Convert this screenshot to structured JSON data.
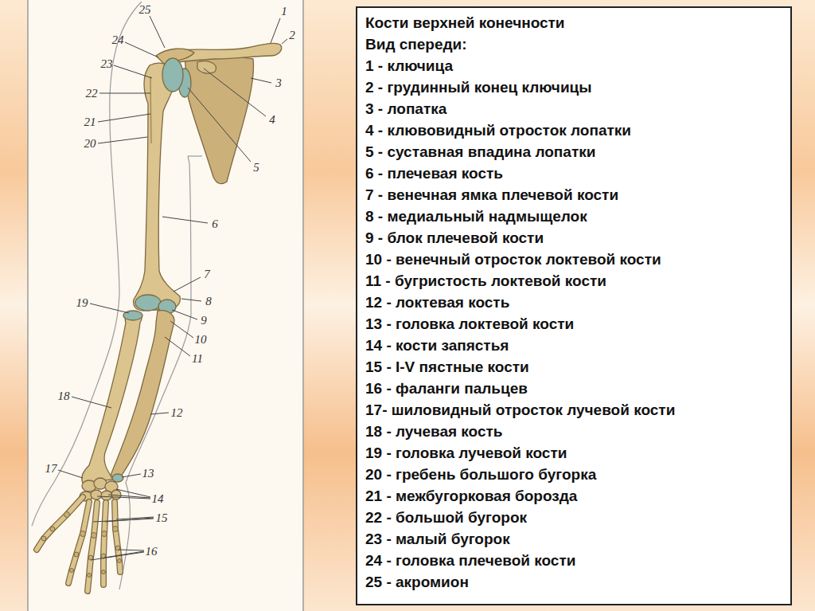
{
  "diagram": {
    "nodes": [
      {
        "text": [
          "Кости верхней конечности",
          "Вид спереди:",
          "1 - ключица",
          "2 - грудинный конец ключицы",
          "3 - лопатка",
          "4 - клювовидный отросток лопатки",
          "5 - суставная впадина лопатки",
          "6 - плечевая кость",
          "7 - венечная ямка плечевой кости",
          "8 - медиальный надмыщелок",
          "9 - блок плечевой кости",
          "10 - венечный отросток локтевой кости",
          "11 - бугристость локтевой кости",
          "12 - локтевая кость",
          "13 - головка локтевой кости",
          "14 - кости запястья",
          "15 - I-V пястные кости",
          "16 - фаланги пальцев",
          "17- шиловидный отросток лучевой кости",
          "18 - лучевая кость",
          "19 - головка лучевой кости",
          "20 - гребень большого бугорка",
          "21 - межбугорковая борозда",
          "22 - большой бугорок",
          "23 - малый бугорок",
          "24 - головка плечевой кости",
          "25 - акромион"
        ]
      }
    ],
    "labels": [
      "1",
      "2",
      "3",
      "4",
      "5",
      "6",
      "7",
      "8",
      "9",
      "10",
      "11",
      "12",
      "13",
      "14",
      "15",
      "16",
      "17",
      "18",
      "19",
      "20",
      "21",
      "22",
      "23",
      "24",
      "25"
    ]
  }
}
